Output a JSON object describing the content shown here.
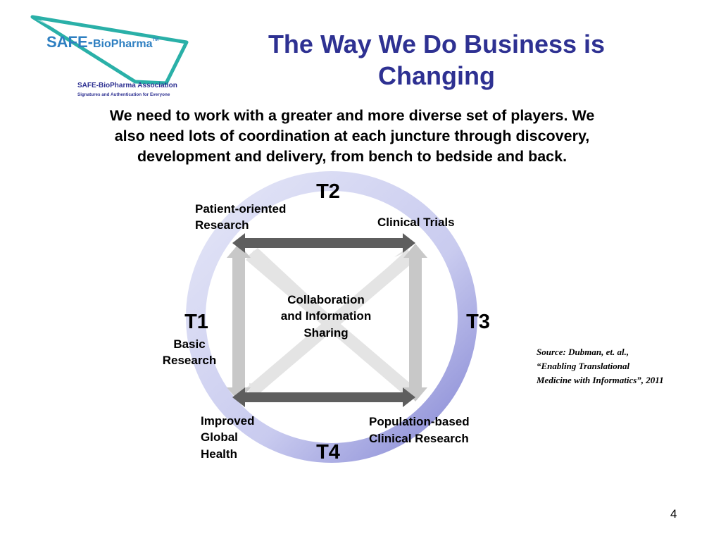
{
  "logo": {
    "brand_prefix": "SAFE-",
    "brand_suffix": "BioPharma",
    "trademark": "TM",
    "association": "SAFE-BioPharma Association",
    "tagline": "Signatures and Authentication for Everyone"
  },
  "title": {
    "line1": "The Way We Do Business is",
    "line2": "Changing"
  },
  "intro": {
    "line1": "We need to work with a greater and more diverse set of players. We",
    "line2": "also need lots of coordination at each juncture through discovery,",
    "line3": "development and delivery, from bench to bedside and back."
  },
  "diagram": {
    "stages": {
      "t1": "T1",
      "t2": "T2",
      "t3": "T3",
      "t4": "T4"
    },
    "labels": {
      "basic_research": [
        "Basic",
        "Research"
      ],
      "patient_oriented": [
        "Patient-oriented",
        "Research"
      ],
      "clinical_trials": "Clinical Trials",
      "population_based": [
        "Population-based",
        "Clinical Research"
      ],
      "improved_health": [
        "Improved",
        "Global",
        "Health"
      ]
    },
    "center": [
      "Collaboration",
      "and Information",
      "Sharing"
    ],
    "colors": {
      "ring_light": "#eceef9",
      "ring_dark": "#8c8ed8",
      "title": "#2e3192",
      "dark_arrow": "#5e5e5e",
      "light_arrow": "#c8c8c8",
      "logo_teal": "#2ab0a8",
      "logo_blue": "#2e7fc1"
    }
  },
  "source": {
    "line1": "Source: Dubman, et. al.,",
    "line2": "“Enabling Translational",
    "line3": "Medicine with Informatics”, 2011"
  },
  "page_number": "4"
}
